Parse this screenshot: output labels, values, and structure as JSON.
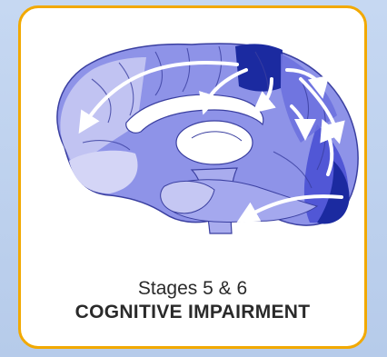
{
  "caption": {
    "stage": "Stages 5 & 6",
    "title": "COGNITIVE IMPAIRMENT"
  },
  "colors": {
    "border": "#f2a900",
    "cortex_light": "#c7c9f3",
    "cortex_mid": "#8e93e8",
    "cortex_dark": "#5157d6",
    "highlight": "#1b2aa0"
  },
  "icons": [
    "brain-sagittal-diagram",
    "spread-arrow-icon"
  ]
}
